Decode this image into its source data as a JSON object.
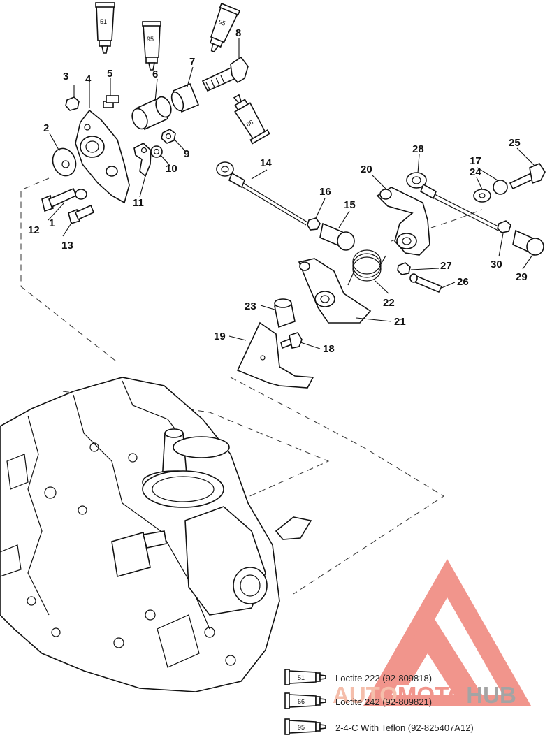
{
  "callouts": {
    "c1": "1",
    "c2": "2",
    "c3": "3",
    "c4": "4",
    "c5": "5",
    "c6": "6",
    "c7": "7",
    "c8": "8",
    "c9": "9",
    "c10": "10",
    "c11": "11",
    "c12": "12",
    "c13": "13",
    "c14": "14",
    "c15": "15",
    "c16": "16",
    "c17": "17",
    "c18": "18",
    "c19": "19",
    "c20": "20",
    "c21": "21",
    "c22": "22",
    "c23": "23",
    "c24": "24",
    "c25": "25",
    "c26": "26",
    "c27": "27",
    "c28": "28",
    "c29": "29",
    "c30": "30"
  },
  "tubes": {
    "t51": "51",
    "t95a": "95",
    "t95b": "95",
    "t66": "66"
  },
  "legend": [
    {
      "code": "51",
      "text": "Loctite 222 (92-809818)"
    },
    {
      "code": "66",
      "text": "Loctite 242  (92-809821)"
    },
    {
      "code": "95",
      "text": "2-4-C  With Teflon (92-825407A12)"
    }
  ],
  "watermark": {
    "part1": "AUTO",
    "part2": "MOTO",
    "part3": "HUB",
    "color_light": "#f4b7a3",
    "color_red": "#f08a80",
    "color_dark": "#9b9b9b"
  }
}
